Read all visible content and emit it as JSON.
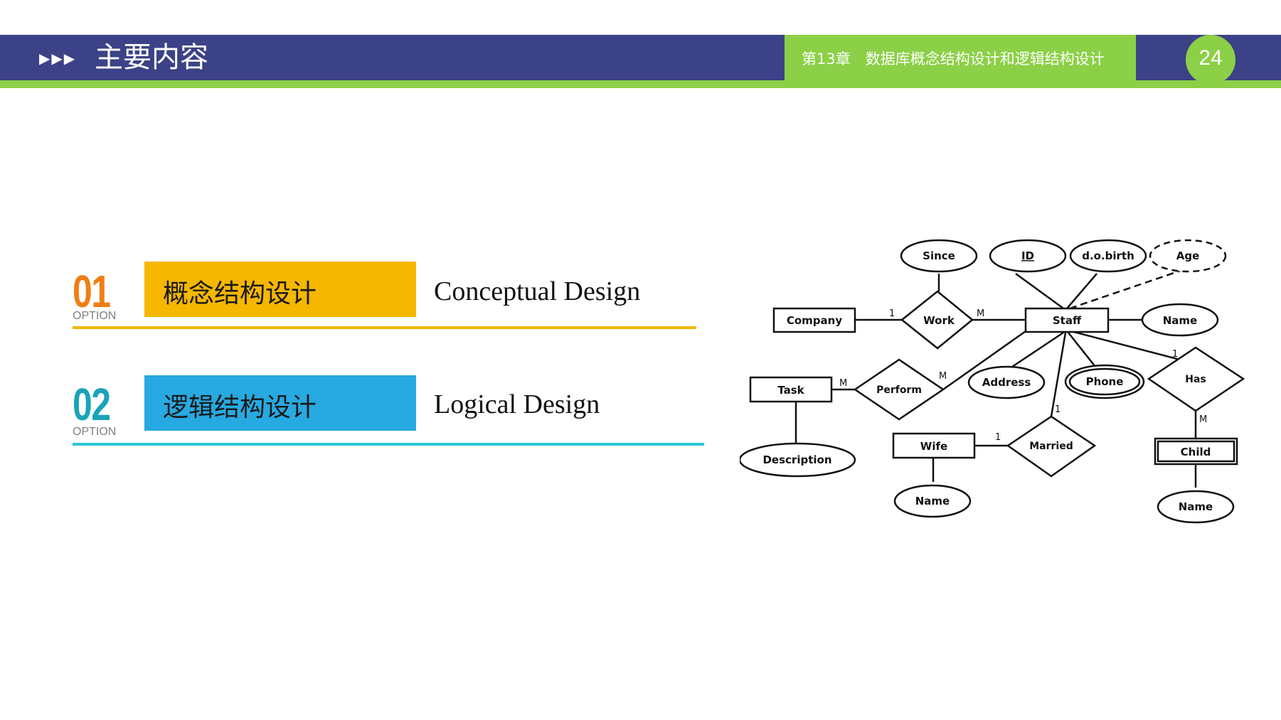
{
  "header": {
    "arrows": "▶▶▶",
    "title": "主要内容",
    "chapter": "第13章　数据库概念结构设计和逻辑结构设计",
    "page_number": "24"
  },
  "options": [
    {
      "number": "01",
      "option_word": "OPTION",
      "label": "概念结构设计",
      "english": "Conceptual Design"
    },
    {
      "number": "02",
      "option_word": "OPTION",
      "label": "逻辑结构设计",
      "english": "Logical Design"
    }
  ],
  "colors": {
    "header_blue": "#3b4287",
    "header_green": "#8bd046",
    "option1_accent": "#f5b700",
    "option1_number": "#f07e14",
    "option2_box": "#27a9e1",
    "option2_number": "#1aa3b8",
    "option2_line": "#2bc6d6"
  },
  "er": {
    "entities": {
      "company": "Company",
      "staff": "Staff",
      "task": "Task",
      "wife": "Wife",
      "child": "Child"
    },
    "relationships": {
      "work": "Work",
      "perform": "Perform",
      "married": "Married",
      "has": "Has"
    },
    "attributes": {
      "since": "Since",
      "id": "ID",
      "dobirth": "d.o.birth",
      "age": "Age",
      "staff_name": "Name",
      "address": "Address",
      "phone": "Phone",
      "description": "Description",
      "wife_name": "Name",
      "child_name": "Name"
    },
    "cardinality": {
      "company_work": "1",
      "work_staff": "M",
      "task_perform": "M",
      "perform_staff": "M",
      "staff_has": "1",
      "has_child": "M",
      "staff_married": "1",
      "wife_married": "1"
    }
  }
}
